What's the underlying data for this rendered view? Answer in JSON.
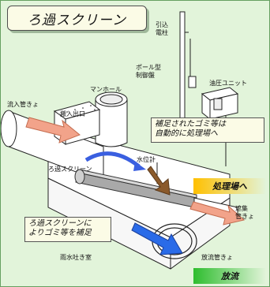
{
  "title": "ろ過スクリーン",
  "labels": {
    "inflow_pipe": "流入管きょ",
    "loading_exit": "搬入出口",
    "manhole": "マンホール",
    "service_line": "引込\n電柱",
    "pole_panel": "ポール型\n制御盤",
    "oil_unit": "油圧ユニット",
    "water_gauge": "水位計",
    "screen": "ろ過スクリーン",
    "collection_pipe": "遮集\n管きょ",
    "rain_chamber": "雨水吐き室",
    "discharge_pipe": "放流管きょ"
  },
  "notes": {
    "captured_to_plant": "補足されたゴミ等は\n自動的に処理場へ",
    "screen_captures": "ろ過スクリーンに\nよりゴミ等を補足"
  },
  "tags": {
    "to_plant": "処理場へ",
    "discharge": "放流"
  },
  "colors": {
    "background": "#e2f4da",
    "to_plant_gradient_start": "#ffc000",
    "discharge_gradient_start": "#2ebd2e",
    "inflow_arrow": "#f2a38a",
    "flow_arrow_blue": "#3a5fe0",
    "debris_arrow": "#8b5a2b",
    "discharge_arrow": "#2a6be8"
  }
}
